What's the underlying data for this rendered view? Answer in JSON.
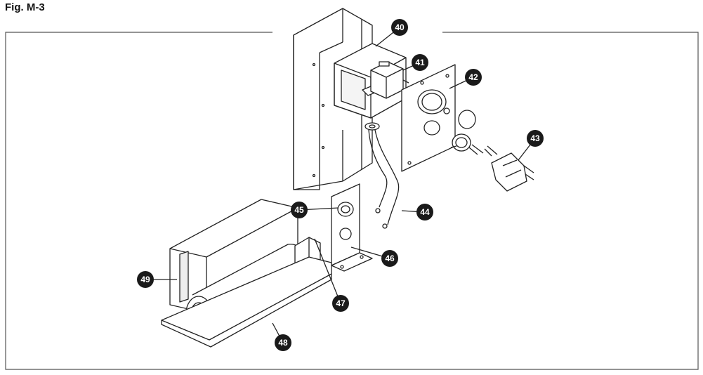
{
  "figure": {
    "title": "Fig. M-3"
  },
  "callouts": [
    {
      "id": "c40",
      "label": "40"
    },
    {
      "id": "c41",
      "label": "41"
    },
    {
      "id": "c42",
      "label": "42"
    },
    {
      "id": "c43",
      "label": "43"
    },
    {
      "id": "c44",
      "label": "44"
    },
    {
      "id": "c45",
      "label": "45"
    },
    {
      "id": "c46",
      "label": "46"
    },
    {
      "id": "c47",
      "label": "47"
    },
    {
      "id": "c48",
      "label": "48"
    },
    {
      "id": "c49",
      "label": "49"
    }
  ],
  "colors": {
    "line": "#222222",
    "callout_fill": "#1a1a1a",
    "frame": "#555555"
  }
}
